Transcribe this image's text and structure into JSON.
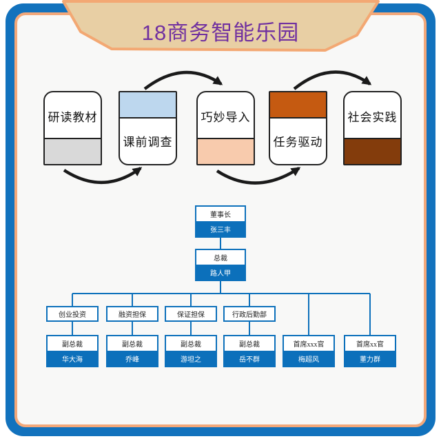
{
  "theme": {
    "page-bg": "#ffffff",
    "frame-blue": "#1272bd",
    "frame-inner-border": "#f3a87a",
    "content-bg": "#f8f8f7",
    "banner-fill": "#e8cfa4",
    "banner-border": "#f3a873",
    "title-purple": "#7030a0",
    "org-blue": "#0c70bb",
    "arrow-black": "#1a1a1a",
    "box-border": "#202020"
  },
  "banner": {
    "title": "18商务智能乐园"
  },
  "flow": {
    "steps": [
      {
        "label": "研读教材",
        "band": "bottom",
        "band_color": "#d9d9d9"
      },
      {
        "label": "课前调查",
        "band": "top",
        "band_color": "#bdd7ee"
      },
      {
        "label": "巧妙导入",
        "band": "bottom",
        "band_color": "#f8cbad"
      },
      {
        "label": "任务驱动",
        "band": "top",
        "band_color": "#c55a11"
      },
      {
        "label": "社会实践",
        "band": "bottom",
        "band_color": "#833c0c"
      }
    ]
  },
  "org_chart": {
    "root": {
      "title": "董事长",
      "name": "张三丰"
    },
    "level2": {
      "title": "总裁",
      "name": "路人甲"
    },
    "departments": [
      {
        "label": "创业投资"
      },
      {
        "label": "融资担保"
      },
      {
        "label": "保证担保"
      },
      {
        "label": "行政后勤部"
      }
    ],
    "staff": [
      {
        "title": "副总裁",
        "name": "华大海"
      },
      {
        "title": "副总裁",
        "name": "乔峰"
      },
      {
        "title": "副总裁",
        "name": "游坦之"
      },
      {
        "title": "副总裁",
        "name": "岳不群"
      },
      {
        "title": "首席xxx官",
        "name": "梅超风"
      },
      {
        "title": "首席xx官",
        "name": "董力群"
      }
    ]
  }
}
